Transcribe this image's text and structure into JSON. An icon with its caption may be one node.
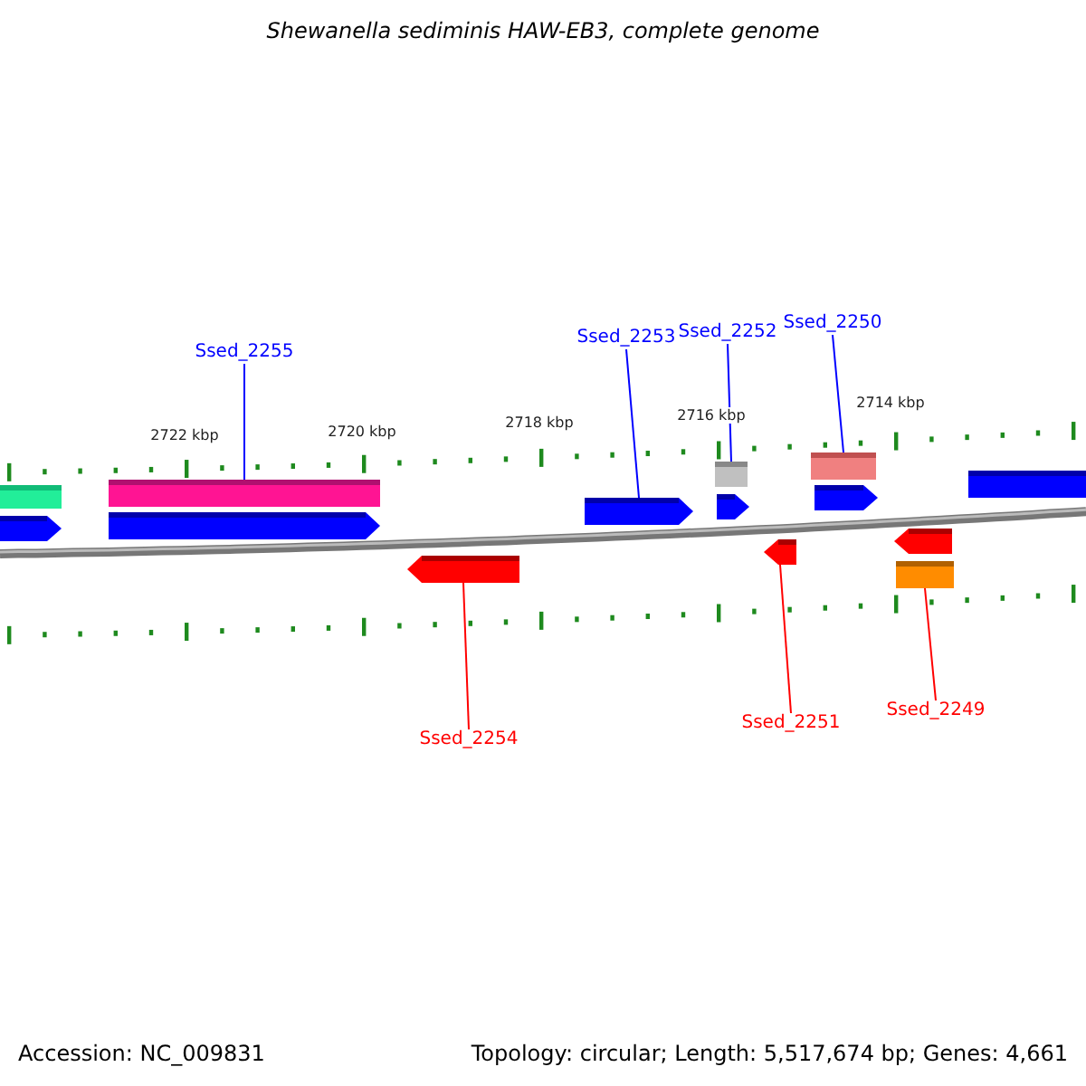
{
  "diagram": {
    "title": "Shewanella sediminis HAW-EB3, complete genome",
    "nodes": [
      {
        "text": [
          "Ssed_2255"
        ]
      },
      {
        "text": [],
        "shape": "bar"
      },
      {
        "text": [
          "Ssed_2253"
        ]
      },
      {
        "text": [],
        "shape": "arrow"
      },
      {
        "text": [
          "Ssed_2252"
        ]
      },
      {
        "text": [],
        "shape": "bar"
      },
      {
        "text": [
          "Ssed_2250"
        ]
      },
      {
        "text": [],
        "shape": "bar"
      },
      {
        "text": [],
        "shape": "arrow"
      },
      {
        "text": [
          "Ssed_2254"
        ]
      },
      {
        "text": [],
        "shape": "arrow"
      },
      {
        "text": [
          "Ssed_2251"
        ]
      },
      {
        "text": [],
        "shape": "bar"
      },
      {
        "text": [
          "Ssed_2249"
        ]
      }
    ],
    "edges": [
      {
        "from": 0,
        "to": 1,
        "arrow": "none"
      },
      {
        "from": 2,
        "to": 3,
        "arrow": "none"
      },
      {
        "from": 4,
        "to": 5,
        "arrow": "none"
      },
      {
        "from": 6,
        "to": 7,
        "arrow": "none"
      },
      {
        "from": 9,
        "to": 8,
        "arrow": "none",
        "color": "#ff0000"
      },
      {
        "from": 11,
        "to": 10,
        "arrow": "none",
        "color": "#ff0000"
      },
      {
        "from": 13,
        "to": 12,
        "arrow": "none",
        "color": "#ff0000"
      }
    ],
    "labels": [
      "2722 kbp",
      "2720 kbp",
      "2718 kbp",
      "2716 kbp",
      "2714 kbp",
      "Accession: NC_009831",
      "Topology: circular; Length: 5,517,674 bp; Genes: 4,661"
    ]
  }
}
